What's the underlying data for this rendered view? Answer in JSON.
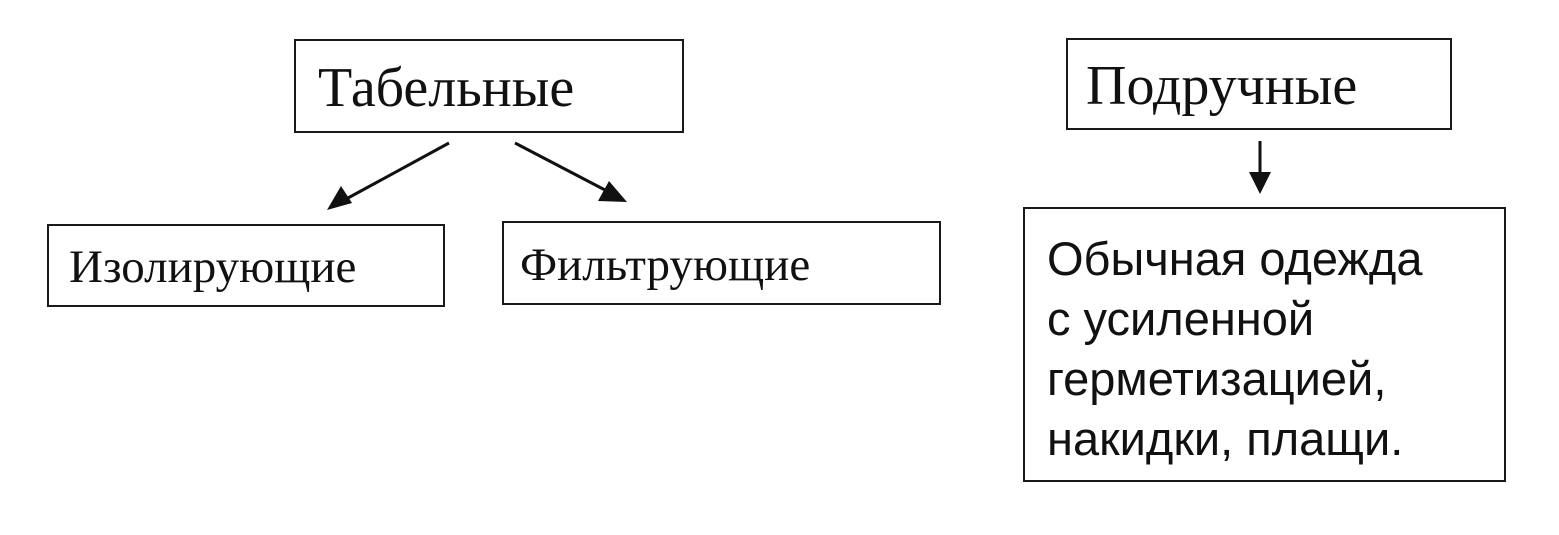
{
  "nodes": {
    "tabelnye": "Табельные",
    "izoliruyushchie": "Изолирующие",
    "filtruyushchie": "Фильтрующие",
    "podruchnye": "Подручные",
    "obychnaya_lines": [
      "Обычная одежда",
      "с усиленной",
      "герметизацией,",
      "накидки, плащи."
    ]
  }
}
